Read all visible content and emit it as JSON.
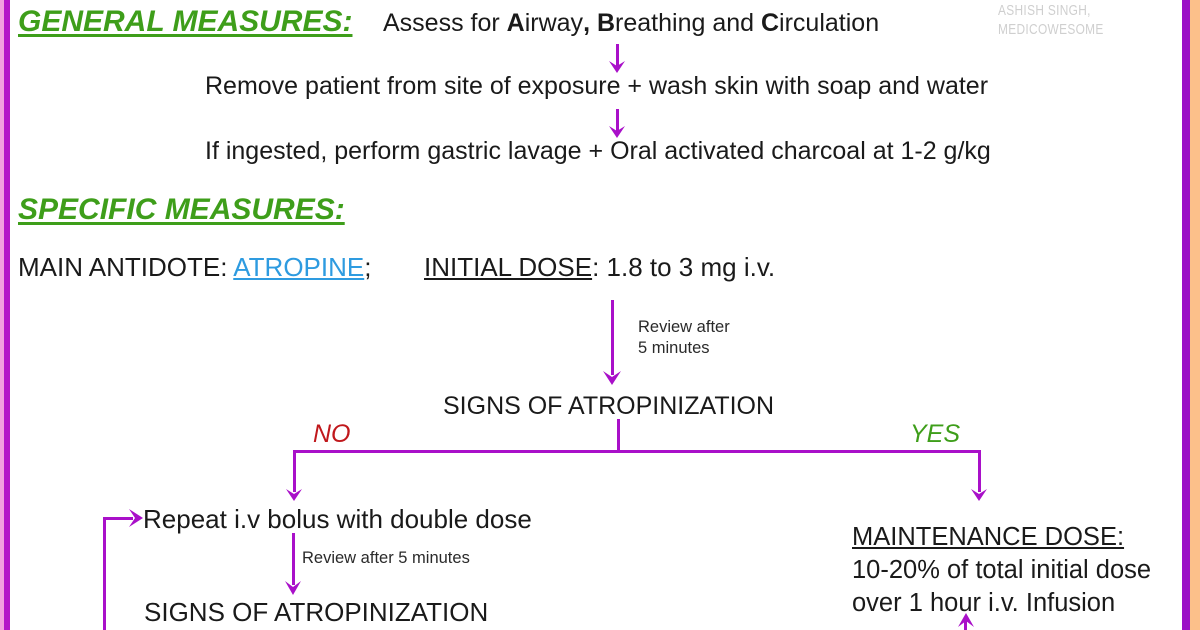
{
  "meta": {
    "watermark_line1": "ASHISH SINGH,",
    "watermark_line2": "MEDICOWESOME",
    "colors": {
      "heading_green": "#3E9E1A",
      "connector_magenta": "#A910C9",
      "link_blue": "#2E9BE0",
      "no_red": "#C0181C",
      "yes_green": "#3E9E1A",
      "border_pink": "#F29FDF",
      "border_magenta": "#B416C8",
      "border_peach": "#FCC08A",
      "watermark_gray": "#CFCFCF"
    }
  },
  "general_measures": {
    "heading": "GENERAL MEASURES:",
    "step_assess": {
      "prefix": "Assess for ",
      "a_bold": "A",
      "airway_rest": "irway",
      "comma_bold": ",",
      "space1": " ",
      "b_bold": "B",
      "breathing_rest": "reathing and ",
      "c_bold": "C",
      "circulation_rest": "irculation"
    },
    "step_remove": "Remove patient from site of exposure + wash skin with soap and water",
    "step_ingested": "If ingested, perform gastric lavage + Oral activated charcoal at 1-2 g/kg"
  },
  "specific_measures": {
    "heading": "SPECIFIC MEASURES:",
    "antidote_label": "MAIN ANTIDOTE: ",
    "antidote_name": "ATROPINE",
    "antidote_suffix": ";",
    "initial_dose_label": "INITIAL DOSE",
    "initial_dose_value": ": 1.8 to 3 mg i.v.",
    "review_note_1_line1": "Review after",
    "review_note_1_line2": "5 minutes",
    "decision_1": "SIGNS OF ATROPINIZATION",
    "branch_no": "NO",
    "branch_yes": "YES",
    "no_path": {
      "action": "Repeat i.v bolus with double dose",
      "review_note": "Review after 5 minutes",
      "decision_2": "SIGNS OF ATROPINIZATION"
    },
    "yes_path": {
      "maintenance_label": "MAINTENANCE DOSE:",
      "maintenance_line1": "10-20% of total initial dose",
      "maintenance_line2": "over 1 hour i.v. Infusion"
    }
  }
}
